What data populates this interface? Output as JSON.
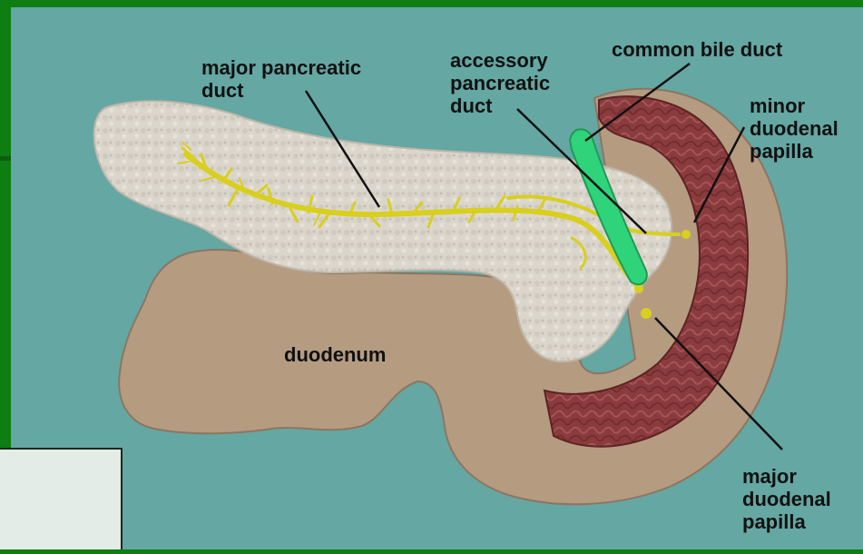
{
  "diagram": {
    "labels": {
      "major_pancreatic_duct": [
        "major pancreatic",
        "duct"
      ],
      "accessory_pancreatic_duct": [
        "accessory",
        "pancreatic",
        "duct"
      ],
      "common_bile_duct": [
        "common bile duct"
      ],
      "minor_duodenal_papilla": [
        "minor",
        "duodenal",
        "papilla"
      ],
      "duodenum": [
        "duodenum"
      ],
      "major_duodenal_papilla": [
        "major",
        "duodenal",
        "papilla"
      ]
    },
    "colors": {
      "frame": "#0e7d12",
      "background": "#64a7a3",
      "pancreas": "#dad5cb",
      "duodenum": "#b49b80",
      "duodenal_mucosa": "#8c3c3c",
      "pancreatic_duct": "#d8d020",
      "common_bile_duct": "#2ed47a",
      "leader_line": "#111111"
    }
  }
}
